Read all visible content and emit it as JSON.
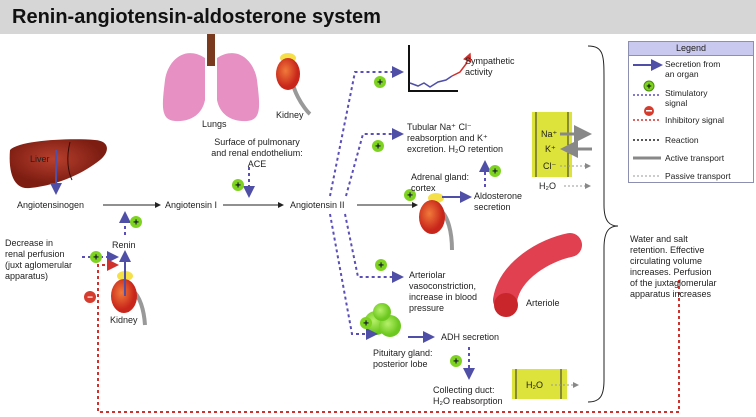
{
  "title": "Renin-angiotensin-aldosterone system",
  "organs": {
    "liver": "Liver",
    "lungs": "Lungs",
    "kidney_top": "Kidney",
    "kidney_bottom": "Kidney",
    "arteriole": "Arteriole"
  },
  "molecules": {
    "angiotensinogen": "Angiotensinogen",
    "angiotensin_1": "Angiotensin I",
    "angiotensin_2": "Angiotensin II",
    "renin": "Renin"
  },
  "labels": {
    "renal_perfusion": "Decrease in\nrenal perfusion\n(juxt aglomerular\napparatus)",
    "ace": "Surface of pulmonary\nand renal endothelium:\nACE",
    "sympathetic": "Sympathetic\nactivity",
    "tubular": "Tubular Na⁺ Cl⁻\nreabsorption and K⁺\nexcretion. H₂O retention",
    "adrenal": "Adrenal gland:\ncortex",
    "aldosterone": "Aldosterone\nsecretion",
    "arteriolar": "Arteriolar\nvasoconstriction,\nincrease in blood\npressure",
    "adh": "ADH secretion",
    "pituitary": "Pituitary gland:\nposterior lobe",
    "collecting_duct": "Collecting duct:\nH₂O reabsorption",
    "outcome": "Water and salt\nretention. Effective\ncirculating volume\nincreases. Perfusion\nof the juxtaglomerular\napparatus increases"
  },
  "tubule_ions": [
    "Na⁺",
    "K⁺",
    "Cl⁻",
    "H₂O"
  ],
  "duct_ion": "H₂O",
  "legend": {
    "title": "Legend",
    "items": [
      {
        "label": "Secretion from\nan organ",
        "type": "secretion"
      },
      {
        "label": "Stimulatory\nsignal",
        "type": "stimulatory"
      },
      {
        "label": "Inhibitory signal",
        "type": "inhibitory"
      },
      {
        "label": "Reaction",
        "type": "reaction"
      },
      {
        "label": "Active transport",
        "type": "active"
      },
      {
        "label": "Passive transport",
        "type": "passive"
      }
    ]
  },
  "colors": {
    "secretion": "#4f4fa8",
    "stimulatory": "#5a4fb8",
    "inhibitory": "#d0312d",
    "plus_badge": "#7ed321",
    "minus_badge": "#d63c2e",
    "tubule": "#dde33a",
    "lungs": "#e690c3",
    "liver": "#9b2a1c",
    "kidney": "#d9411f",
    "pituitary": "#8be03a",
    "arteriole": "#e0404f"
  }
}
